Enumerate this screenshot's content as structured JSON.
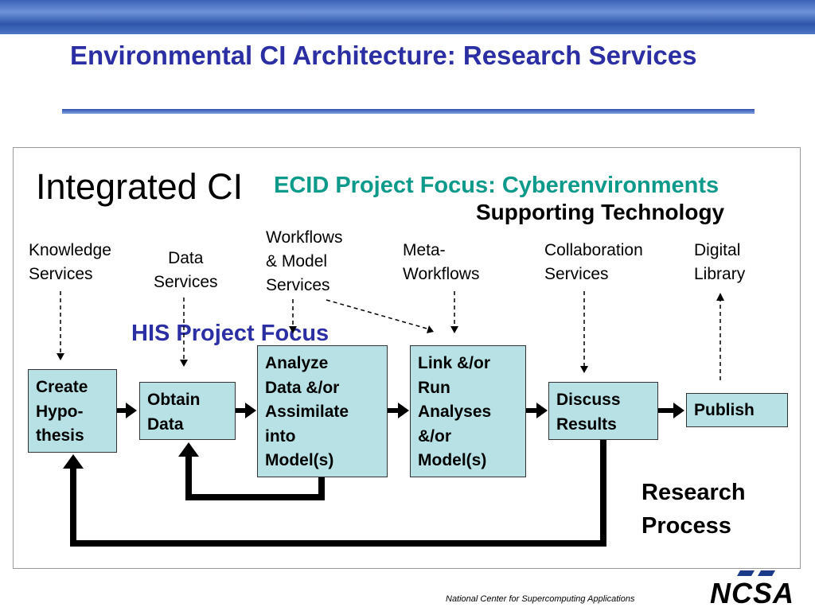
{
  "header": {
    "title": "Environmental CI Architecture: Research Services"
  },
  "diagram": {
    "integrated_ci": "Integrated CI",
    "ecid_focus": "ECID Project Focus: Cyberenvironments",
    "supporting_tech": "Supporting Technology",
    "his_focus": "HIS Project Focus",
    "services": {
      "knowledge": "Knowledge\nServices",
      "data": "Data\nServices",
      "workflows": "Workflows\n& Model\nServices",
      "meta": "Meta-\nWorkflows",
      "collab": "Collaboration\nServices",
      "library": "Digital\nLibrary"
    },
    "process": {
      "hypothesis": "Create\nHypo-\nthesis",
      "obtain": "Obtain\nData",
      "analyze": "Analyze\nData &/or\nAssimilate\ninto\nModel(s)",
      "link": "Link &/or\nRun\nAnalyses\n&/or\nModel(s)",
      "discuss": "Discuss\nResults",
      "publish": "Publish"
    },
    "research_process": "Research\nProcess"
  },
  "footer": {
    "org": "National Center for Supercomputing Applications",
    "logo": "NCSA"
  },
  "colors": {
    "title": "#2b2fa3",
    "ecid": "#0e9a8b",
    "box_fill": "#b7e1e4",
    "banner": "#3a63b8"
  }
}
